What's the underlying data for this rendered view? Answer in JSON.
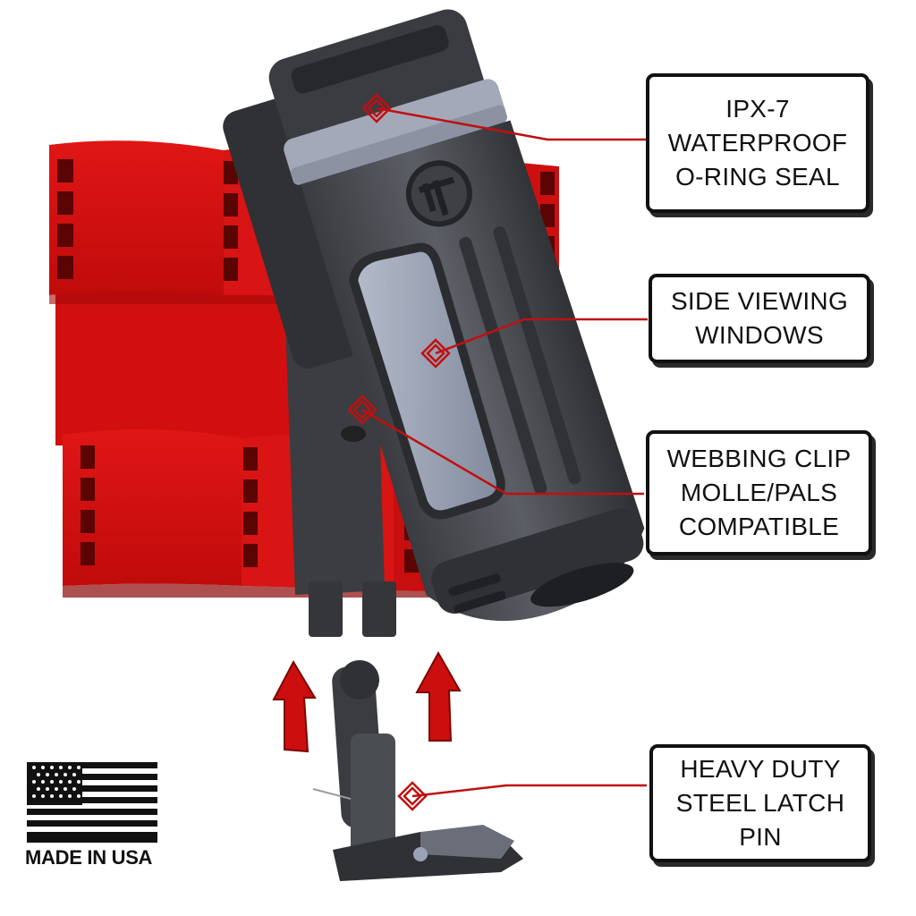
{
  "callouts": [
    {
      "id": "seal",
      "lines": [
        "IPX-7",
        "WATERPROOF",
        "O-RING SEAL"
      ]
    },
    {
      "id": "windows",
      "lines": [
        "SIDE VIEWING",
        "WINDOWS"
      ]
    },
    {
      "id": "clip",
      "lines": [
        "WEBBING CLIP",
        "MOLLE/PALS",
        "COMPATIBLE"
      ]
    },
    {
      "id": "latch",
      "lines": [
        "HEAVY DUTY",
        "STEEL LATCH",
        "PIN"
      ]
    }
  ],
  "badge": {
    "label": "MADE IN USA"
  },
  "colors": {
    "webbing": "#d40f0f",
    "webbing_dark": "#8a0606",
    "holster": "#4a4d52",
    "holster_dark": "#2b2d31",
    "window": "#9aa3b6",
    "leader_line": "#c01010",
    "arrow": "#cc0e0e"
  }
}
